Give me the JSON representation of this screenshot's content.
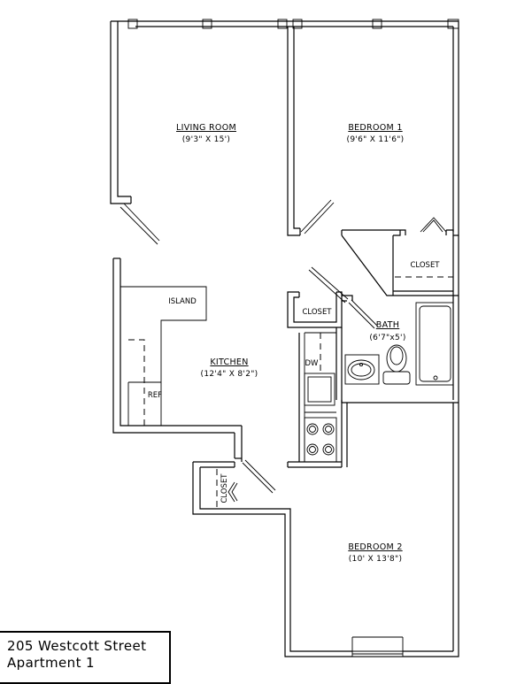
{
  "address": {
    "street": "205 Westcott Street",
    "unit": "Apartment 1"
  },
  "rooms": {
    "living_room": {
      "name": "LIVING ROOM",
      "dims": "(9'3\" X 15')"
    },
    "bedroom_1": {
      "name": "BEDROOM 1",
      "dims": "(9'6\" X 11'6\")"
    },
    "kitchen": {
      "name": "KITCHEN",
      "dims": "(12'4\" X 8'2\")"
    },
    "bath": {
      "name": "BATH",
      "dims": "(6'7\"x5')"
    },
    "bedroom_2": {
      "name": "BEDROOM 2",
      "dims": "(10' X 13'8\")"
    }
  },
  "fixtures": {
    "closet_bedroom1": "CLOSET",
    "closet_hall": "CLOSET",
    "closet_small": "CLOSET",
    "island": "ISLAND",
    "refrigerator": "REF",
    "dishwasher": "DW"
  }
}
